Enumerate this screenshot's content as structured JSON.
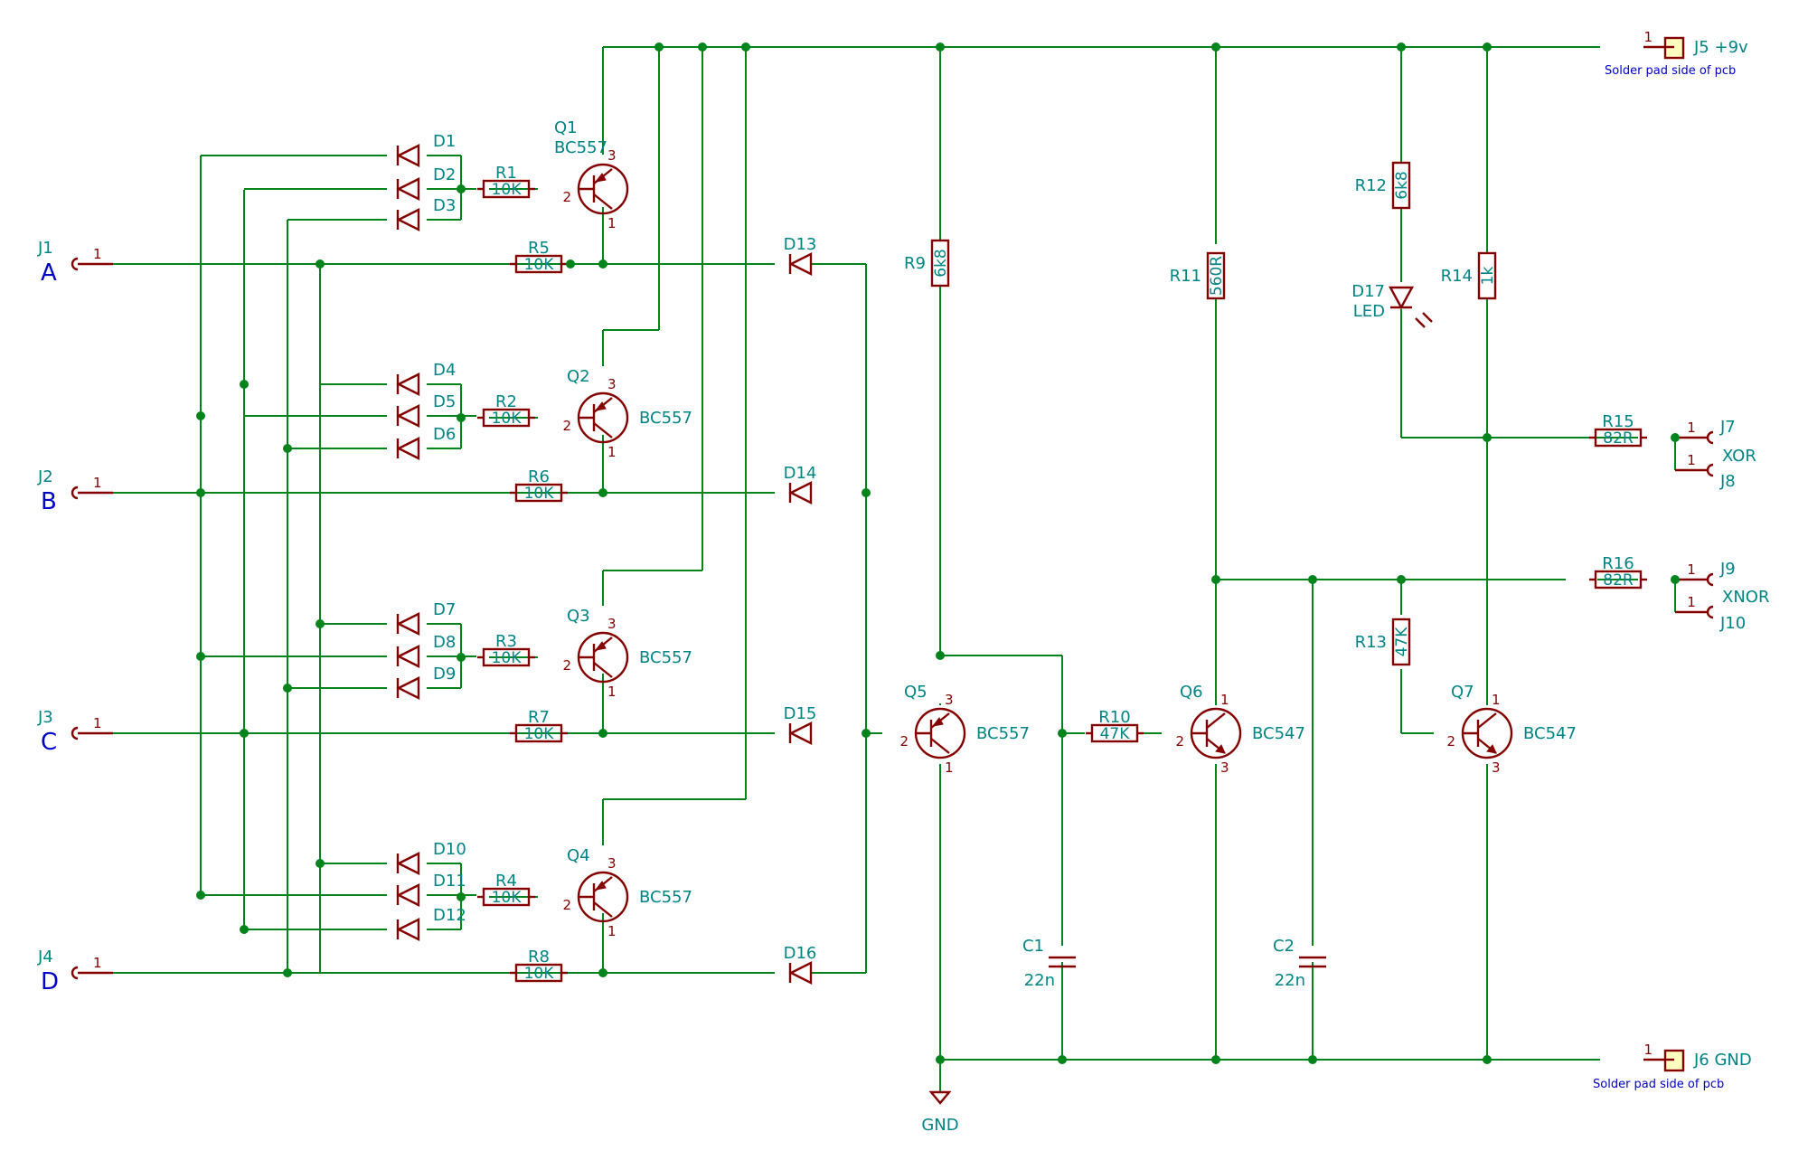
{
  "inputs": [
    {
      "ref": "J1",
      "name": "A",
      "pin": "1"
    },
    {
      "ref": "J2",
      "name": "B",
      "pin": "1"
    },
    {
      "ref": "J3",
      "name": "C",
      "pin": "1"
    },
    {
      "ref": "J4",
      "name": "D",
      "pin": "1"
    }
  ],
  "diodes": [
    "D1",
    "D2",
    "D3",
    "D4",
    "D5",
    "D6",
    "D7",
    "D8",
    "D9",
    "D10",
    "D11",
    "D12",
    "D13",
    "D14",
    "D15",
    "D16"
  ],
  "led": {
    "ref": "D17",
    "value": "LED"
  },
  "resistors": [
    {
      "ref": "R1",
      "value": "10K"
    },
    {
      "ref": "R2",
      "value": "10K"
    },
    {
      "ref": "R3",
      "value": "10K"
    },
    {
      "ref": "R4",
      "value": "10K"
    },
    {
      "ref": "R5",
      "value": "10K"
    },
    {
      "ref": "R6",
      "value": "10K"
    },
    {
      "ref": "R7",
      "value": "10K"
    },
    {
      "ref": "R8",
      "value": "10K"
    },
    {
      "ref": "R9",
      "value": "6k8"
    },
    {
      "ref": "R10",
      "value": "47K"
    },
    {
      "ref": "R11",
      "value": "560R"
    },
    {
      "ref": "R12",
      "value": "6k8"
    },
    {
      "ref": "R13",
      "value": "47K"
    },
    {
      "ref": "R14",
      "value": "1k"
    },
    {
      "ref": "R15",
      "value": "82R"
    },
    {
      "ref": "R16",
      "value": "82R"
    }
  ],
  "transistors": [
    {
      "ref": "Q1",
      "value": "BC557"
    },
    {
      "ref": "Q2",
      "value": "BC557"
    },
    {
      "ref": "Q3",
      "value": "BC557"
    },
    {
      "ref": "Q4",
      "value": "BC557"
    },
    {
      "ref": "Q5",
      "value": "BC557"
    },
    {
      "ref": "Q6",
      "value": "BC547"
    },
    {
      "ref": "Q7",
      "value": "BC547"
    }
  ],
  "capacitors": [
    {
      "ref": "C1",
      "value": "22n"
    },
    {
      "ref": "C2",
      "value": "22n"
    }
  ],
  "power": {
    "vcc_ref": "J5",
    "vcc_label": "+9v",
    "gnd_ref": "J6",
    "gnd_label": "GND",
    "pad_note": "Solder pad side of pcb",
    "gnd_symbol": "GND"
  },
  "outputs": {
    "xor_label": "XOR",
    "xnor_label": "XNOR",
    "j7": "J7",
    "j8": "J8",
    "j9": "J9",
    "j10": "J10"
  },
  "pin_numbers": {
    "one": "1",
    "two": "2",
    "three": "3"
  },
  "colors": {
    "wire": "#00841b",
    "component": "#840000",
    "text": "#008484",
    "signal": "#0000c4",
    "pad": "#ffffc0"
  }
}
